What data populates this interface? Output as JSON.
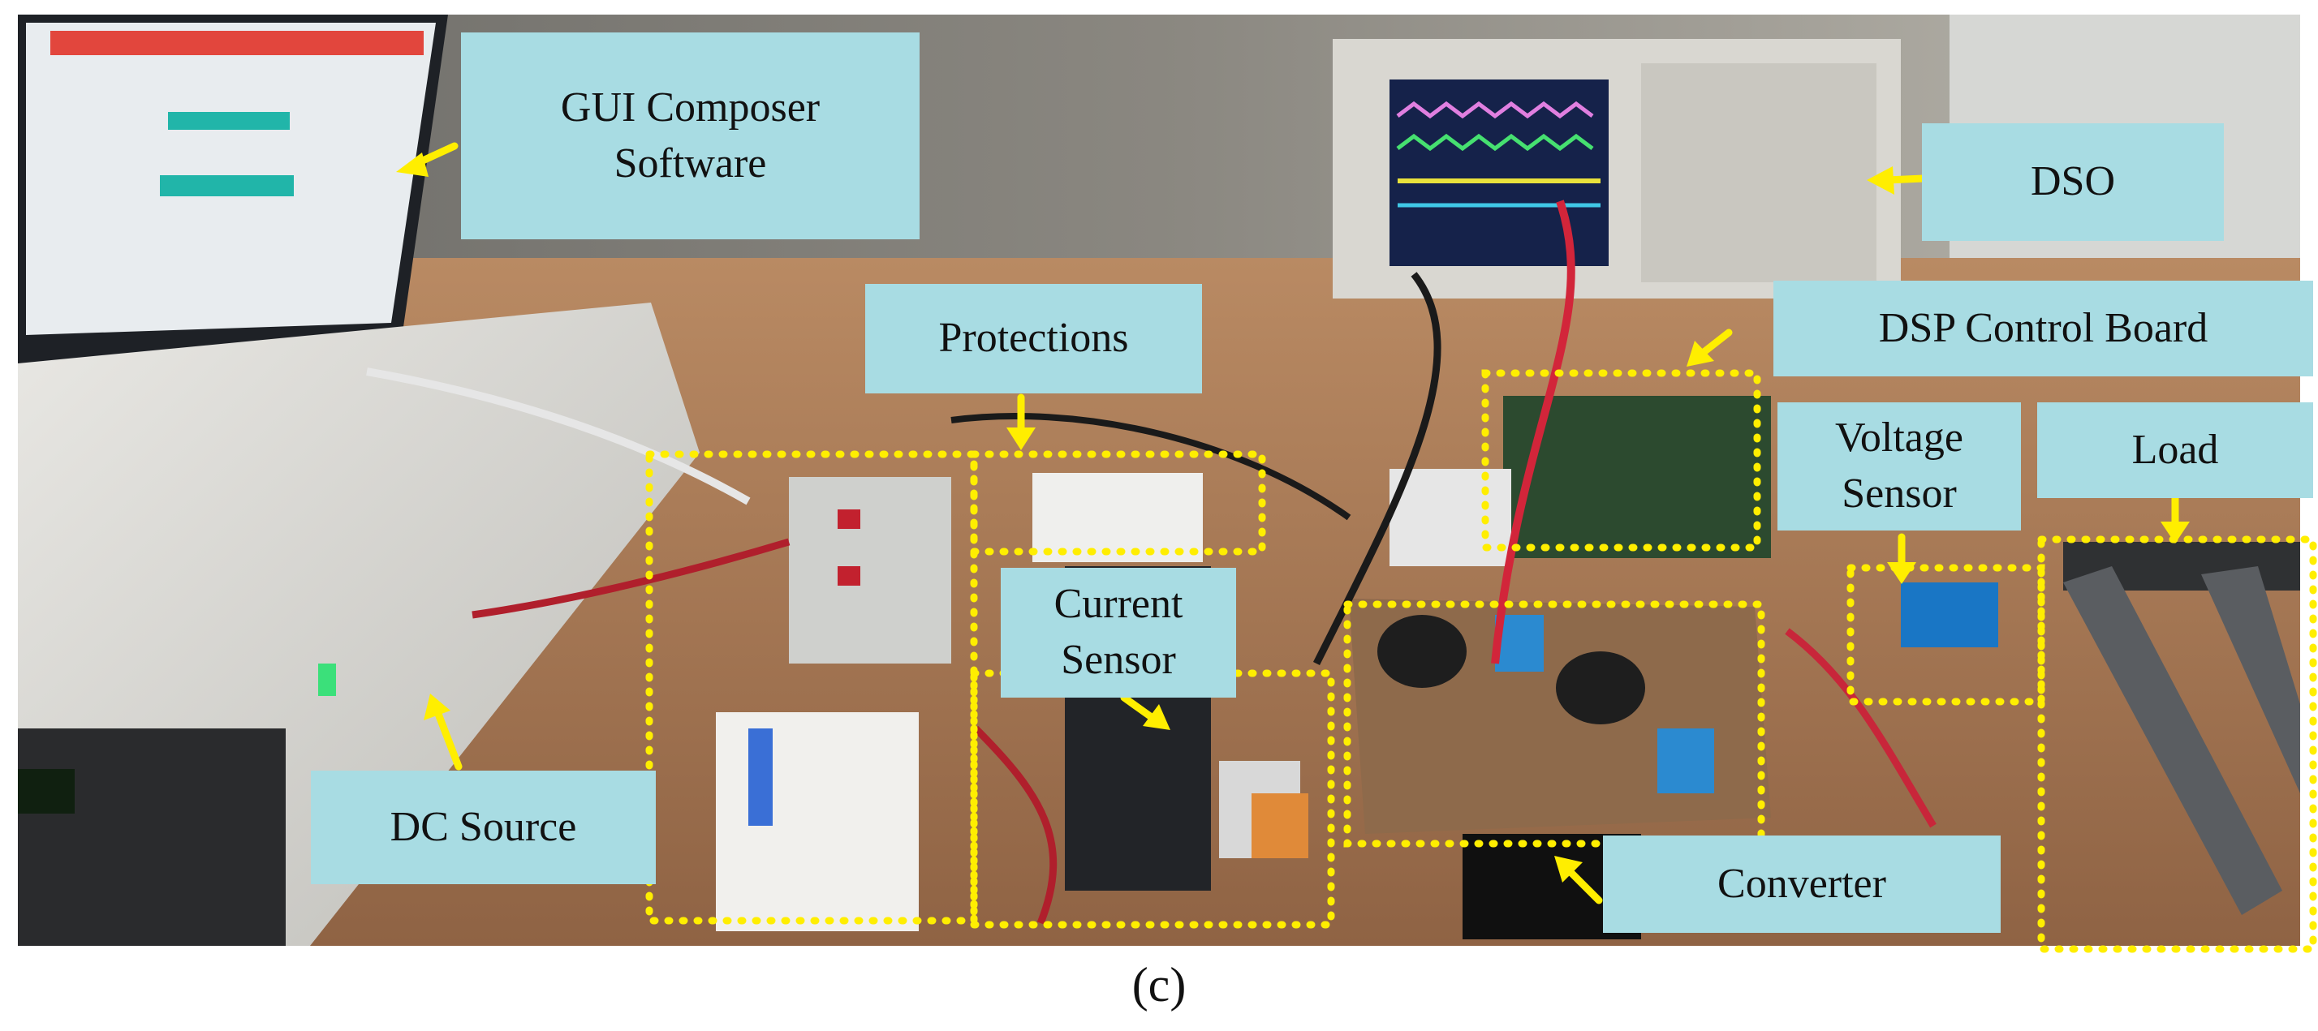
{
  "caption": "(c)",
  "labels": {
    "gui": "GUI Composer\nSoftware",
    "dso": "DSO",
    "protections": "Protections",
    "dsp": "DSP Control Board",
    "voltage_sensor": "Voltage\nSensor",
    "load": "Load",
    "current_sensor": "Current\nSensor",
    "dc_source": "DC Source",
    "converter": "Converter"
  },
  "colors": {
    "label_fill": "#a8dce3",
    "arrow": "#ffee00",
    "dotted_outline": "#ffee00"
  }
}
